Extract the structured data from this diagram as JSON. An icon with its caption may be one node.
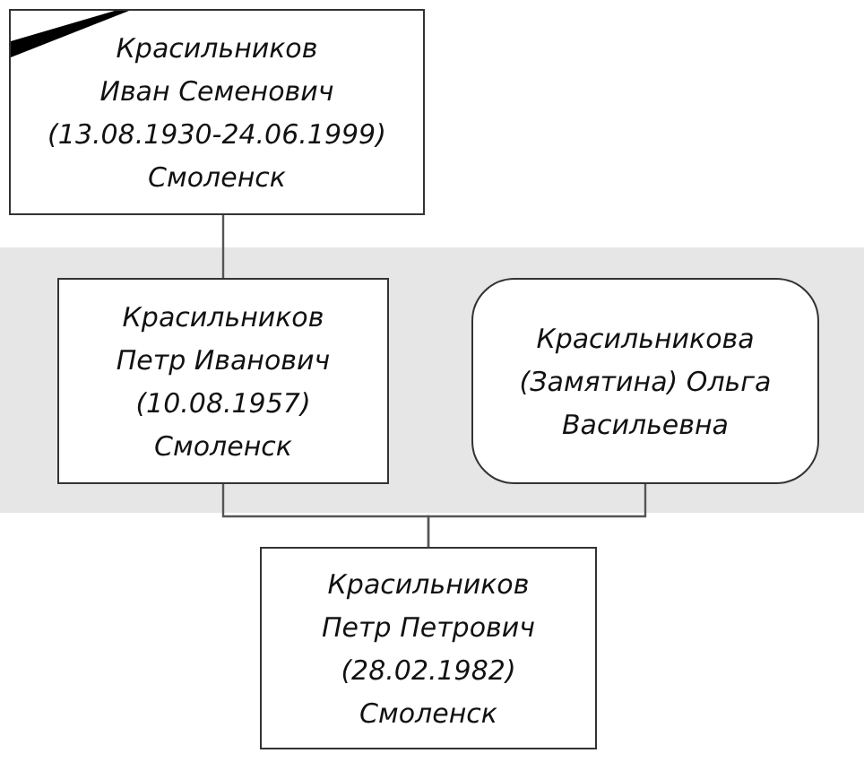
{
  "diagram": {
    "nodes": [
      {
        "text": [
          "Красильников",
          "Иван Семенович",
          "(13.08.1930-24.06.1999)",
          "Смоленск"
        ]
      },
      {
        "text": [
          "Красильников",
          "Петр Иванович",
          "(10.08.1957)",
          "Смоленск"
        ]
      },
      {
        "text": [
          "Красильникова",
          "(Замятина) Ольга",
          "Васильевна"
        ]
      },
      {
        "text": [
          "Красильников",
          "Петр Петрович",
          "(28.02.1982)",
          "Смоленск"
        ]
      }
    ],
    "edges": [
      {
        "from": 0,
        "to": 1,
        "arrow": "none"
      },
      {
        "from": 1,
        "to": 3,
        "arrow": "none"
      },
      {
        "from": 2,
        "to": 3,
        "arrow": "none"
      }
    ]
  }
}
